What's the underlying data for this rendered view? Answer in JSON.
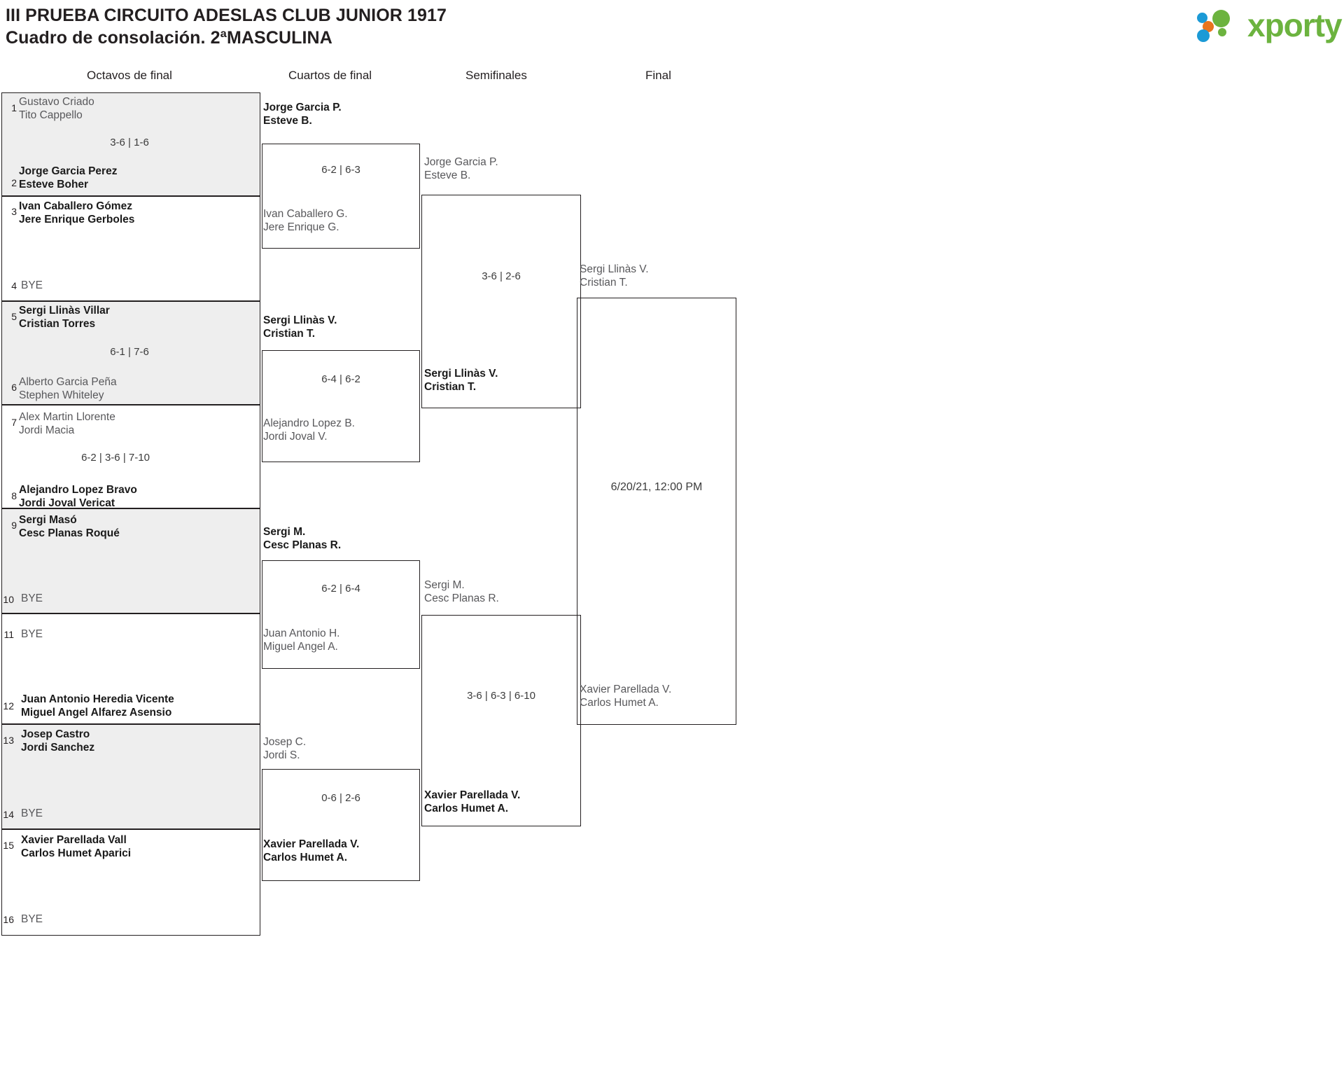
{
  "header": {
    "title_line1": "III PRUEBA CIRCUITO ADESLAS CLUB JUNIOR 1917",
    "title_line2": "Cuadro de consolación. 2ªMASCULINA",
    "logo_text": "xporty",
    "logo_colors": {
      "green": "#6cb33f",
      "orange": "#e8741e",
      "blue": "#1b9ad6"
    }
  },
  "rounds": [
    {
      "label": "Octavos de final"
    },
    {
      "label": "Cuartos de final"
    },
    {
      "label": "Semifinales"
    },
    {
      "label": "Final"
    }
  ],
  "round1": [
    {
      "shaded": true,
      "score": "3-6 | 1-6",
      "top": {
        "seed": "1",
        "p1": "Gustavo Criado",
        "p2": "Tito Cappello",
        "result": "lose"
      },
      "bottom": {
        "seed": "2",
        "p1": "Jorge Garcia Perez",
        "p2": "Esteve Boher",
        "result": "win"
      }
    },
    {
      "shaded": false,
      "score": "",
      "top": {
        "seed": "3",
        "p1": "Ivan Caballero Gómez",
        "p2": "Jere Enrique Gerboles",
        "result": "win"
      },
      "bottom": {
        "seed": "4",
        "p1": "BYE",
        "p2": "",
        "result": "bye"
      }
    },
    {
      "shaded": true,
      "score": "6-1 | 7-6",
      "top": {
        "seed": "5",
        "p1": "Sergi Llinàs Villar",
        "p2": "Cristian Torres",
        "result": "win"
      },
      "bottom": {
        "seed": "6",
        "p1": "Alberto Garcia Peña",
        "p2": "Stephen Whiteley",
        "result": "lose"
      }
    },
    {
      "shaded": false,
      "score": "6-2 | 3-6 | 7-10",
      "top": {
        "seed": "7",
        "p1": "Alex Martin Llorente",
        "p2": "Jordi Macia",
        "result": "lose"
      },
      "bottom": {
        "seed": "8",
        "p1": "Alejandro Lopez Bravo",
        "p2": "Jordi Joval Vericat",
        "result": "win"
      }
    },
    {
      "shaded": true,
      "score": "",
      "top": {
        "seed": "9",
        "p1": "Sergi Masó",
        "p2": "Cesc Planas Roqué",
        "result": "win"
      },
      "bottom": {
        "seed": "10",
        "p1": "BYE",
        "p2": "",
        "result": "bye"
      }
    },
    {
      "shaded": false,
      "score": "",
      "top": {
        "seed": "11",
        "p1": "BYE",
        "p2": "",
        "result": "bye"
      },
      "bottom": {
        "seed": "12",
        "p1": "Juan Antonio Heredia Vicente",
        "p2": "Miguel Angel Alfarez Asensio",
        "result": "win"
      }
    },
    {
      "shaded": true,
      "score": "",
      "top": {
        "seed": "13",
        "p1": "Josep Castro",
        "p2": "Jordi Sanchez",
        "result": "win"
      },
      "bottom": {
        "seed": "14",
        "p1": "BYE",
        "p2": "",
        "result": "bye"
      }
    },
    {
      "shaded": false,
      "score": "",
      "top": {
        "seed": "15",
        "p1": "Xavier Parellada Vall",
        "p2": "Carlos Humet Aparici",
        "result": "win"
      },
      "bottom": {
        "seed": "16",
        "p1": "BYE",
        "p2": "",
        "result": "bye"
      }
    }
  ],
  "round2": [
    {
      "score": "6-2 | 6-3",
      "above": {
        "p1": "Jorge Garcia P.",
        "p2": "Esteve B.",
        "result": "win"
      },
      "inside": {
        "p1": "Ivan Caballero G.",
        "p2": "Jere Enrique G.",
        "result": "lose"
      }
    },
    {
      "score": "6-4 | 6-2",
      "above": {
        "p1": "Sergi Llinàs V.",
        "p2": "Cristian T.",
        "result": "win"
      },
      "inside": {
        "p1": "Alejandro Lopez B.",
        "p2": "Jordi Joval V.",
        "result": "lose"
      }
    },
    {
      "score": "6-2 | 6-4",
      "above": {
        "p1": "Sergi M.",
        "p2": "Cesc Planas R.",
        "result": "win"
      },
      "inside": {
        "p1": "Juan Antonio H.",
        "p2": "Miguel Angel A.",
        "result": "lose"
      }
    },
    {
      "score": "0-6 | 2-6",
      "above": {
        "p1": "Josep C.",
        "p2": "Jordi S.",
        "result": "lose"
      },
      "inside": {
        "p1": "Xavier Parellada V.",
        "p2": "Carlos Humet A.",
        "result": "win"
      }
    }
  ],
  "round3": [
    {
      "score": "3-6 | 2-6",
      "above": {
        "p1": "Jorge Garcia P.",
        "p2": "Esteve B.",
        "result": "lose"
      },
      "inside": {
        "p1": "Sergi Llinàs V.",
        "p2": "Cristian T.",
        "result": "win"
      }
    },
    {
      "score": "3-6 | 6-3 | 6-10",
      "above": {
        "p1": "Sergi M.",
        "p2": "Cesc Planas R.",
        "result": "lose"
      },
      "inside": {
        "p1": "Xavier Parellada V.",
        "p2": "Carlos Humet A.",
        "result": "win"
      }
    }
  ],
  "round4": {
    "schedule": "6/20/21, 12:00 PM",
    "above": {
      "p1": "Sergi Llinàs V.",
      "p2": "Cristian T.",
      "result": "lose"
    },
    "inside": {
      "p1": "Xavier Parellada V.",
      "p2": "Carlos Humet A.",
      "result": "lose"
    }
  }
}
